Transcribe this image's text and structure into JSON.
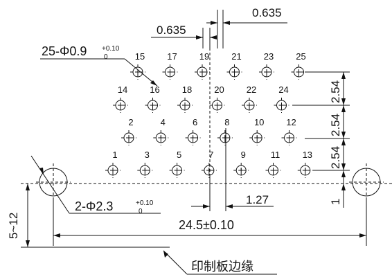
{
  "pins": [
    {
      "label": "1"
    },
    {
      "label": "2"
    },
    {
      "label": "3"
    },
    {
      "label": "4"
    },
    {
      "label": "5"
    },
    {
      "label": "6"
    },
    {
      "label": "7"
    },
    {
      "label": "8"
    },
    {
      "label": "9"
    },
    {
      "label": "10"
    },
    {
      "label": "11"
    },
    {
      "label": "12"
    },
    {
      "label": "13"
    },
    {
      "label": "14"
    },
    {
      "label": "15"
    },
    {
      "label": "16"
    },
    {
      "label": "17"
    },
    {
      "label": "18"
    },
    {
      "label": "19"
    },
    {
      "label": "20"
    },
    {
      "label": "21"
    },
    {
      "label": "22"
    },
    {
      "label": "23"
    },
    {
      "label": "24"
    },
    {
      "label": "25"
    }
  ],
  "dims": {
    "pin_offset_top": "0.635",
    "pin_offset_left": "0.635",
    "hole_count_main": "25-Φ0.9",
    "hole_tol_main_upper": "+0.10",
    "hole_tol_main_lower": "0",
    "row_pitch_1": "2.54",
    "row_pitch_2": "2.54",
    "row_pitch_3": "2.54",
    "offset_right": "1",
    "col_pitch": "1.27",
    "mount_hole": "2-Φ2.3",
    "mount_tol_upper": "+0.10",
    "mount_tol_lower": "0",
    "mount_spacing": "24.5±0.10",
    "edge_range": "5~12"
  },
  "callout": {
    "pcb_edge": "印制板边缘"
  }
}
